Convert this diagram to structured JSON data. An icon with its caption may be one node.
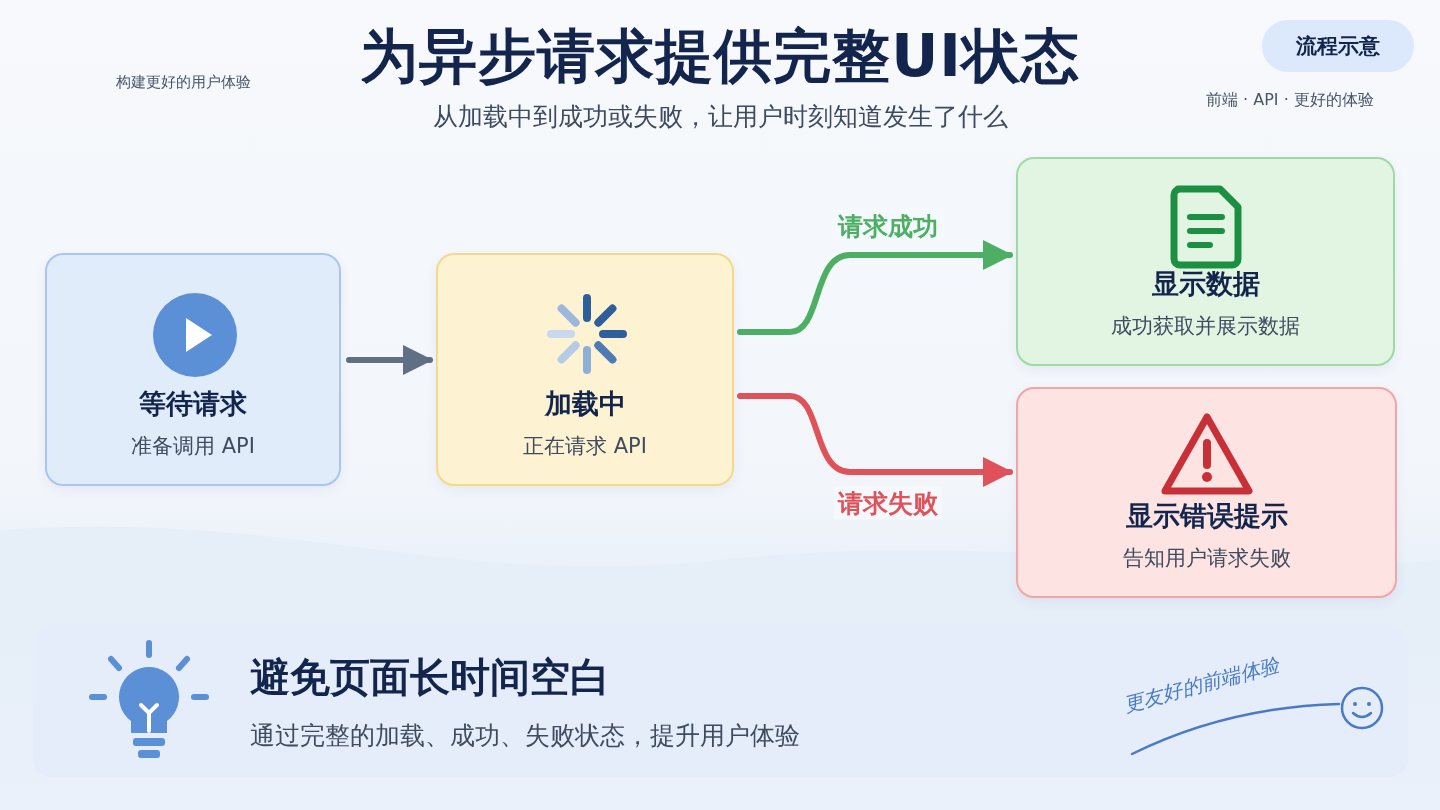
{
  "diagram": {
    "title": "为异步请求提供完整UI状态",
    "nodes": [
      {
        "text": [
          "流程示意"
        ]
      },
      {
        "text": [
          "等待请求",
          "准备调用 API"
        ]
      },
      {
        "text": [
          "加载中",
          "正在请求 API"
        ]
      },
      {
        "text": [
          "显示数据",
          "成功获取并展示数据"
        ]
      },
      {
        "text": [
          "显示错误提示",
          "告知用户请求失败"
        ]
      },
      {
        "text": [
          "避免页面长时间空白",
          "通过完整的加载、成功、失败状态，提升用户体验"
        ]
      }
    ],
    "edges": [
      {
        "from": 1,
        "to": 2,
        "arrow": "to",
        "color": "#5f6f86"
      },
      {
        "from": 2,
        "to": 3,
        "arrow": "to",
        "label": "请求成功",
        "color": "#4caf63"
      },
      {
        "from": 2,
        "to": 4,
        "arrow": "to",
        "label": "请求失败",
        "color": "#e0525a"
      }
    ],
    "labels": [
      "构建更好的用户体验",
      "从加载中到成功或失败，让用户时刻知道发生了什么",
      "前端 · API · 更好的体验",
      "更友好的前端体验"
    ]
  }
}
